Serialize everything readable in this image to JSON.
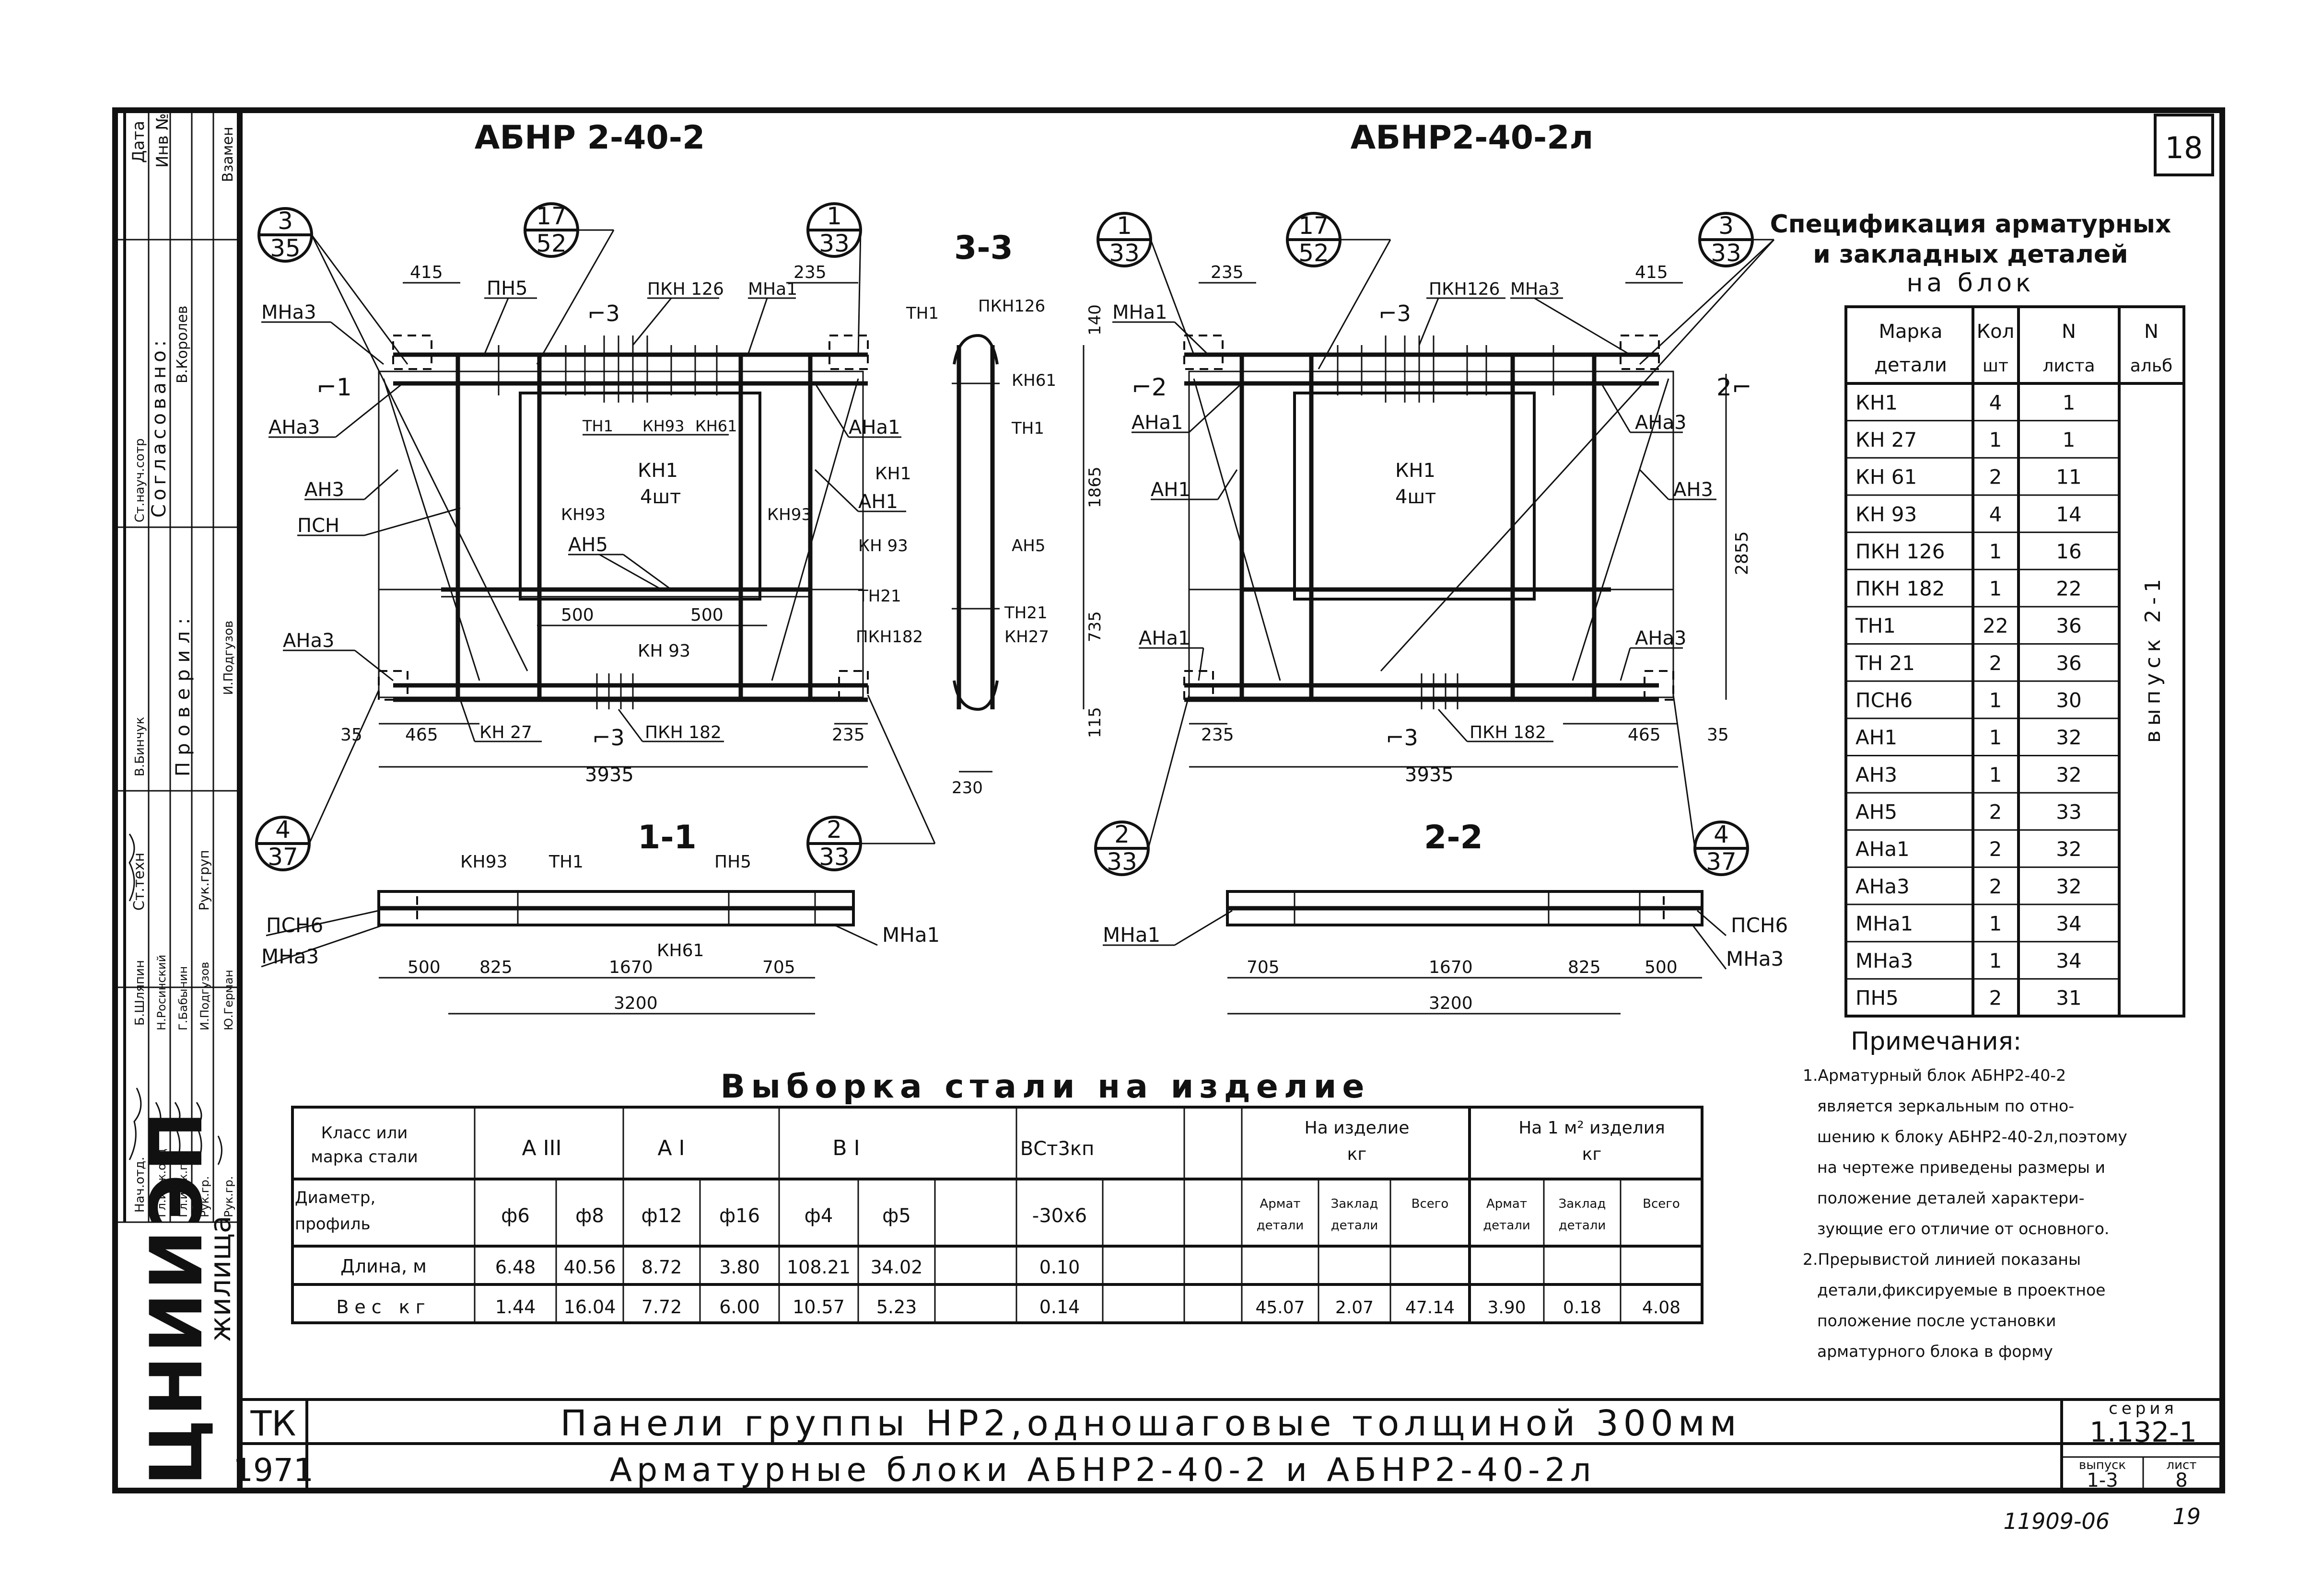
{
  "sheet": {
    "page_number": "18",
    "title_line1": "Панели группы НР2,одношаговые толщиной 300мм",
    "title_line2": "Арматурные блоки АБНР2-40-2 и АБНР2-40-2л",
    "org_code": "ТК",
    "year": "1971",
    "org_logo": "ЦНИИЭП",
    "org_subtitle": "жилища",
    "series_label": "серия",
    "series_value": "1.132-1",
    "issue_label": "выпуск",
    "issue_value": "1-3",
    "sheet_label": "лист",
    "sheet_value": "8",
    "archive_number": "11909-06",
    "archive_sheet": "19"
  },
  "stamp": {
    "header_cells": [
      "Дата",
      "Инв №",
      "Взамен"
    ],
    "agreed_label": "Согласовано:",
    "agreed_by": [
      "В.Королев"
    ],
    "agreed_role": "Ст.науч.сотр",
    "checked_label": "Проверил:",
    "check_roles": [
      "Ст.техн",
      "Рук.груп",
      "И.Подгузов"
    ],
    "people": [
      {
        "role": "Нач.отд.",
        "name": "Б.Шляпин"
      },
      {
        "role": "Гл.инж.отд",
        "name": "Н.Росинский"
      },
      {
        "role": "Гл.инж.пр",
        "name": "Г.Бабынин"
      },
      {
        "role": "Рук.гр.",
        "name": "И.Подгузов"
      },
      {
        "role": "Рук.гр.",
        "name": "Ю.Герман"
      },
      {
        "role": "Ст.техн",
        "name": "В.Бинчук"
      }
    ]
  },
  "drawing_left": {
    "title": "АБНР 2-40-2",
    "callouts": [
      {
        "num": "3",
        "sheet": "35"
      },
      {
        "num": "17",
        "sheet": "52"
      },
      {
        "num": "1",
        "sheet": "33"
      },
      {
        "num": "4",
        "sheet": "37"
      },
      {
        "num": "2",
        "sheet": "33"
      }
    ],
    "section_label": "3-3",
    "labels": [
      "МНа3",
      "АНа3",
      "АН3",
      "ПСН",
      "АНа3",
      "ПН5",
      "ПКН 126",
      "МНа1",
      "ТН1",
      "КН93",
      "КН61",
      "КН1",
      "4шт",
      "КН93",
      "КН93",
      "АН5",
      "АНа1",
      "КН1",
      "АН1",
      "КН 27",
      "ПКН 182",
      "КН 93"
    ],
    "dims": [
      "415",
      "235",
      "500",
      "500",
      "35",
      "465",
      "235",
      "3935",
      "1865",
      "735",
      "115",
      "140",
      "230"
    ],
    "section_3_labels": [
      "ТН1",
      "ПКН126",
      "КН61",
      "ТН1",
      "КН 93",
      "АН5",
      "ТН21",
      "ТН21",
      "КН27",
      "ПКН182"
    ]
  },
  "drawing_right": {
    "title": "АБНР2-40-2л",
    "callouts": [
      {
        "num": "1",
        "sheet": "33"
      },
      {
        "num": "17",
        "sheet": "52"
      },
      {
        "num": "3",
        "sheet": "33"
      },
      {
        "num": "2",
        "sheet": "33"
      },
      {
        "num": "4",
        "sheet": "37"
      }
    ],
    "labels": [
      "МНа1",
      "ПКН126",
      "МНа3",
      "АНа1",
      "АН1",
      "КН1",
      "4шт",
      "АНа3",
      "АН3",
      "АНа1",
      "АНа3",
      "ПКН 182"
    ],
    "dims": [
      "235",
      "415",
      "2855",
      "235",
      "465",
      "35",
      "3935"
    ]
  },
  "section_1_1": {
    "label": "1-1",
    "labels": [
      "КН93",
      "ТН1",
      "ПН5",
      "ПСН6",
      "МНа3",
      "КН61",
      "МНа1"
    ],
    "dims": [
      "500",
      "825",
      "1670",
      "705",
      "3200"
    ]
  },
  "section_2_2": {
    "label": "2-2",
    "labels": [
      "МНа1",
      "ПСН6",
      "МНа3"
    ],
    "dims": [
      "705",
      "1670",
      "825",
      "500",
      "3200"
    ]
  },
  "spec": {
    "title_line1": "Спецификация арматурных",
    "title_line2": "и закладных деталей",
    "title_line3": "на блок",
    "headers": [
      "Марка детали",
      "Кол шт",
      "N листа",
      "N альб"
    ],
    "album_note": "выпуск 2-1",
    "rows": [
      [
        "КН1",
        "4",
        "1"
      ],
      [
        "КН 27",
        "1",
        "1"
      ],
      [
        "КН 61",
        "2",
        "11"
      ],
      [
        "КН 93",
        "4",
        "14"
      ],
      [
        "ПКН 126",
        "1",
        "16"
      ],
      [
        "ПКН 182",
        "1",
        "22"
      ],
      [
        "ТН1",
        "22",
        "36"
      ],
      [
        "ТН 21",
        "2",
        "36"
      ],
      [
        "ПСН6",
        "1",
        "30"
      ],
      [
        "АН1",
        "1",
        "32"
      ],
      [
        "АН3",
        "1",
        "32"
      ],
      [
        "АН5",
        "2",
        "33"
      ],
      [
        "АНа1",
        "2",
        "32"
      ],
      [
        "АНа3",
        "2",
        "32"
      ],
      [
        "МНа1",
        "1",
        "34"
      ],
      [
        "МНа3",
        "1",
        "34"
      ],
      [
        "ПН5",
        "2",
        "31"
      ]
    ]
  },
  "notes": {
    "title": "Примечания:",
    "lines": [
      "1.Арматурный блок АБНР2-40-2",
      "является зеркальным по отно-",
      "шению к блоку АБНР2-40-2л,поэтому",
      "на чертеже приведены размеры и",
      "положение деталей характери-",
      "зующие его отличие от основного.",
      "2.Прерывистой линией показаны",
      "детали,фиксируемые в проектное",
      "положение после установки",
      "арматурного блока в форму"
    ]
  },
  "steel": {
    "title": "Выборка стали на изделие",
    "class_header": "Класс или марка стали",
    "classes": [
      "А III",
      "А I",
      "В I",
      "ВСт3кп"
    ],
    "on_item": "На изделие кг",
    "per_m2": "На 1 м² изделия кг",
    "diameter_label": "Диаметр, профиль",
    "length_label": "Длина, м",
    "weight_label": "Вес кг",
    "diameters": [
      "ф6",
      "ф8",
      "ф12",
      "ф16",
      "ф4",
      "ф5",
      "",
      "-30х6",
      ""
    ],
    "sub_headers": [
      "Армат детали",
      "Заклад детали",
      "Всего",
      "Армат детали",
      "Заклад детали",
      "Всего"
    ],
    "lengths": [
      "6.48",
      "40.56",
      "8.72",
      "3.80",
      "108.21",
      "34.02",
      "",
      "0.10",
      ""
    ],
    "weights": [
      "1.44",
      "16.04",
      "7.72",
      "6.00",
      "10.57",
      "5.23",
      "",
      "0.14",
      ""
    ],
    "totals": [
      "45.07",
      "2.07",
      "47.14",
      "3.90",
      "0.18",
      "4.08"
    ]
  }
}
